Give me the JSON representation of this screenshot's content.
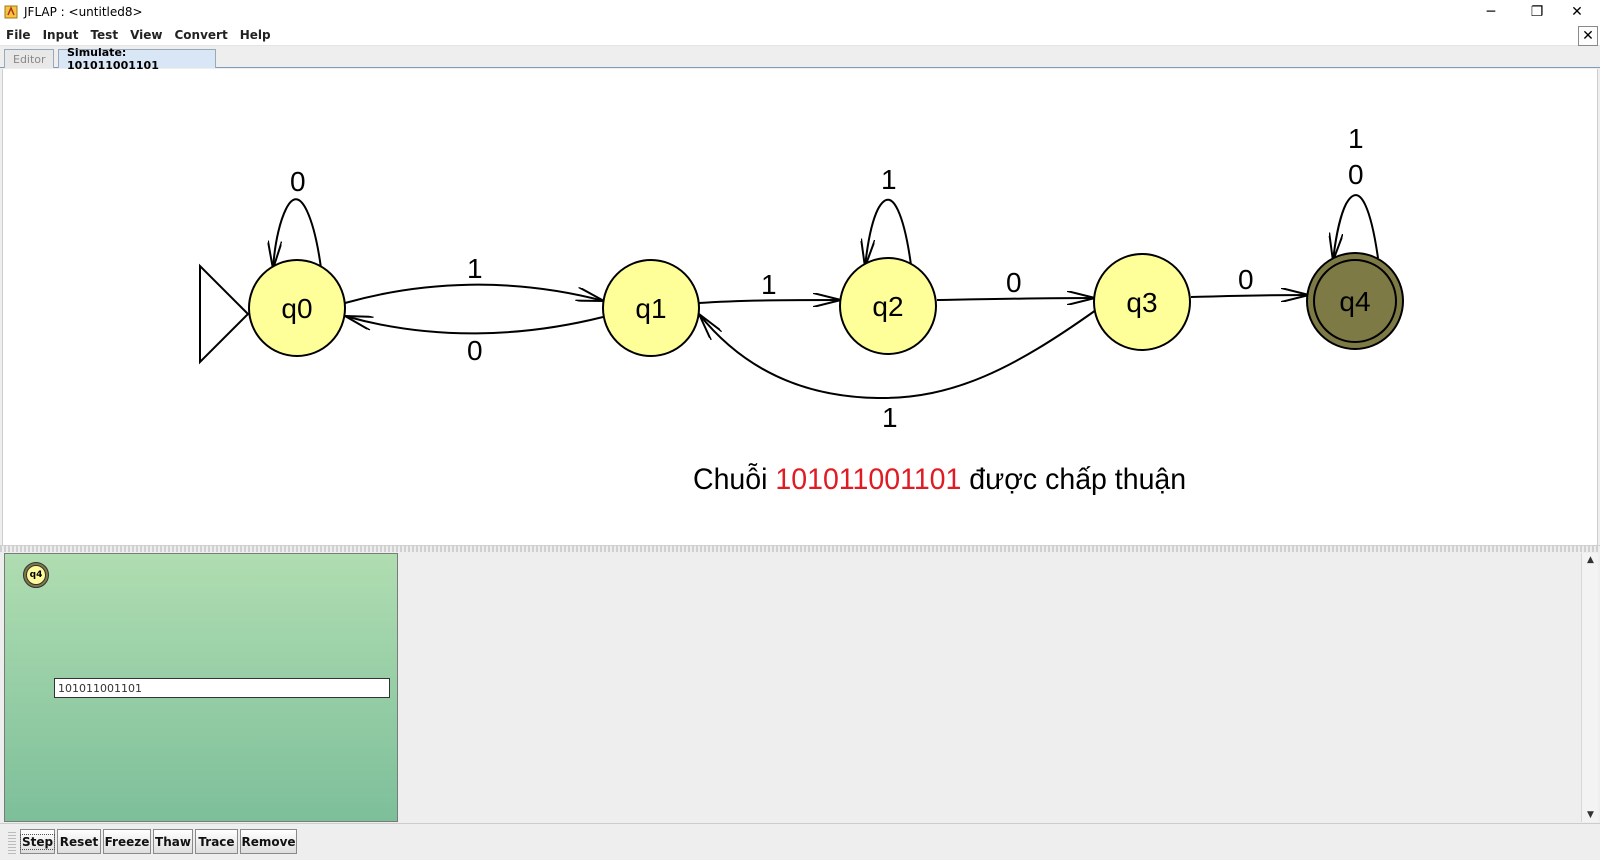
{
  "window": {
    "title": "JFLAP : <untitled8>",
    "controls": {
      "minimize": "─",
      "restore": "❐",
      "close": "✕"
    }
  },
  "menu": {
    "items": [
      "File",
      "Input",
      "Test",
      "View",
      "Convert",
      "Help"
    ],
    "close_glyph": "✕"
  },
  "tabs": {
    "editor": "Editor",
    "simulate": "Simulate: 101011001101"
  },
  "automaton": {
    "states": [
      {
        "id": "q0",
        "label": "q0",
        "initial": true,
        "final": false
      },
      {
        "id": "q1",
        "label": "q1",
        "initial": false,
        "final": false
      },
      {
        "id": "q2",
        "label": "q2",
        "initial": false,
        "final": false
      },
      {
        "id": "q3",
        "label": "q3",
        "initial": false,
        "final": false
      },
      {
        "id": "q4",
        "label": "q4",
        "initial": false,
        "final": true,
        "current": true
      }
    ],
    "transitions": [
      {
        "from": "q0",
        "to": "q0",
        "label": "0"
      },
      {
        "from": "q0",
        "to": "q1",
        "label": "1"
      },
      {
        "from": "q1",
        "to": "q0",
        "label": "0"
      },
      {
        "from": "q1",
        "to": "q2",
        "label": "1"
      },
      {
        "from": "q2",
        "to": "q2",
        "label": "1"
      },
      {
        "from": "q2",
        "to": "q3",
        "label": "0"
      },
      {
        "from": "q3",
        "to": "q1",
        "label": "1"
      },
      {
        "from": "q3",
        "to": "q4",
        "label": "0"
      },
      {
        "from": "q4",
        "to": "q4",
        "label_top": "1",
        "label_bottom": "0"
      }
    ],
    "colors": {
      "state_fill": "#FFFF99",
      "final_fill": "#7D7A45",
      "stroke": "#000000"
    }
  },
  "caption": {
    "prefix": "Chuỗi",
    "input_string": "101011001101",
    "suffix": "được chấp thuận",
    "string_color": "#E01B24"
  },
  "simulation": {
    "current_state": "q4",
    "tape": "101011001101"
  },
  "buttons": {
    "step": "Step",
    "reset": "Reset",
    "freeze": "Freeze",
    "thaw": "Thaw",
    "trace": "Trace",
    "remove": "Remove"
  }
}
